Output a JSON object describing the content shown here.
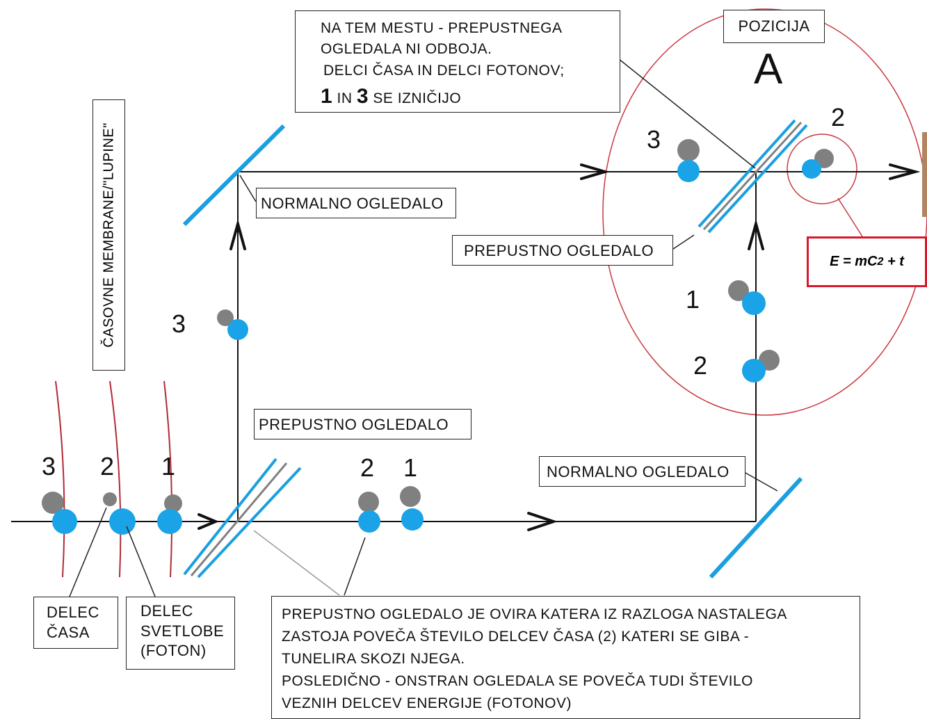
{
  "labels": {
    "note_top_lines": [
      "NA TEM MESTU - PREPUSTNEGA",
      "OGLEDALA NI ODBOJA.",
      "DELCI ČASA IN DELCI FOTONOV;"
    ],
    "note_top_last": {
      "n1": "1",
      "in": "IN",
      "n3": "3",
      "rest": "SE IZNIČIJO"
    },
    "pozicija": "POZICIJA",
    "pozicija_letter": "A",
    "casovne": "ČASOVNE MEMBRANE/\"LUPINE\"",
    "normalno_top": "NORMALNO OGLEDALO",
    "prepustno_right": "PREPUSTNO OGLEDALO",
    "prepustno_bottom": "PREPUSTNO OGLEDALO",
    "normalno_bottom": "NORMALNO OGLEDALO",
    "delec_casa": [
      "DELEC",
      "ČASA"
    ],
    "delec_svetlobe": [
      "DELEC",
      "SVETLOBE",
      "(FOTON)"
    ],
    "bottom_note": [
      "PREPUSTNO OGLEDALO JE OVIRA KATERA IZ RAZLOGA NASTALEGA",
      "ZASTOJA POVEČA ŠTEVILO DELCEV ČASA (2) KATERI SE GIBA -",
      "TUNELIRA SKOZI NJEGA.",
      "POSLEDIČNO - ONSTRAN OGLEDALA SE POVEČA TUDI ŠTEVILO",
      "VEZNIH DELCEV ENERGIJE (FOTONOV)"
    ],
    "formula": {
      "base": "E = mC",
      "exp": "2",
      "tail": " + t"
    }
  },
  "numbers": {
    "left_3": "3",
    "left_2": "2",
    "left_1": "1",
    "mid_2": "2",
    "mid_1": "1",
    "vertical_3": "3",
    "top_3": "3",
    "top_2": "2",
    "right_1": "1",
    "right_2": "2"
  },
  "colors": {
    "photon": "#1aa3e6",
    "time": "#808080",
    "mirror": "#1a9fe0",
    "membrane": "#c0303a",
    "arrow": "#111111"
  }
}
